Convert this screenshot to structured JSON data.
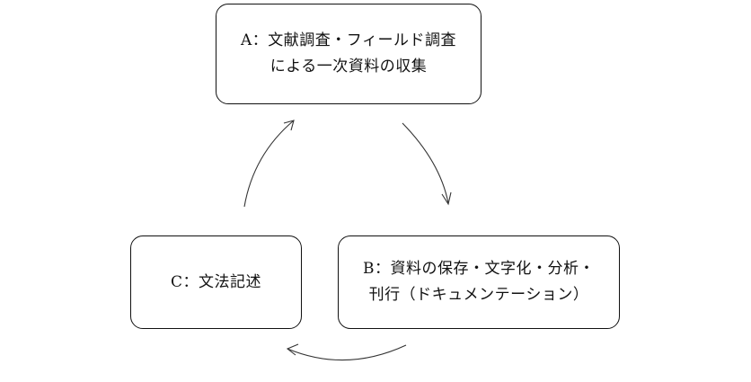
{
  "diagram": {
    "nodes": [
      {
        "id": "A",
        "lines": [
          "A：文献調査・フィールド調査",
          "による一次資料の収集"
        ]
      },
      {
        "id": "B",
        "lines": [
          "B：資料の保存・文字化・分析・",
          "刊行（ドキュメンテーション）"
        ]
      },
      {
        "id": "C",
        "lines": [
          "C：文法記述"
        ]
      }
    ],
    "edges": [
      {
        "from": "A",
        "to": "B"
      },
      {
        "from": "B",
        "to": "C"
      },
      {
        "from": "C",
        "to": "A"
      }
    ]
  }
}
